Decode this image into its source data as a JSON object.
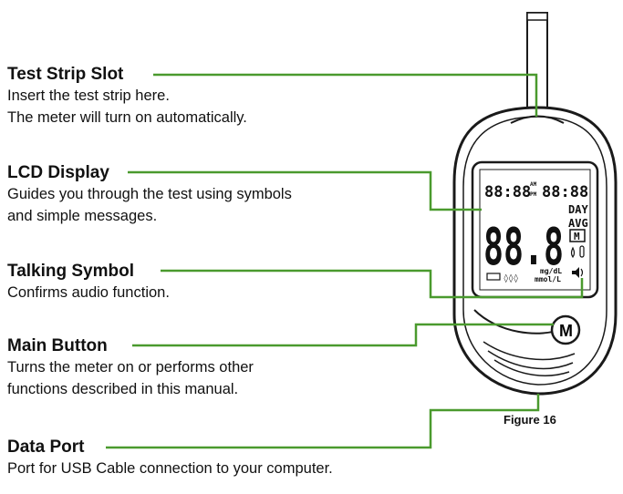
{
  "callouts": [
    {
      "title": "Test Strip Slot",
      "lines": [
        "Insert the test strip here.",
        "The meter will turn on automatically."
      ]
    },
    {
      "title": "LCD Display",
      "lines": [
        "Guides you through the test using symbols",
        "and simple messages."
      ]
    },
    {
      "title": "Talking Symbol",
      "lines": [
        "Confirms audio function."
      ]
    },
    {
      "title": "Main Button",
      "lines": [
        "Turns the meter on or performs other",
        "functions described in this manual."
      ]
    },
    {
      "title": "Data Port",
      "lines": [
        "Port for USB Cable connection to your computer."
      ]
    }
  ],
  "figure_label": "Figure 16",
  "lcd": {
    "time_left": "88:88",
    "time_right": "88:88",
    "am": "AM",
    "pm": "PM",
    "main_digits": "88.8",
    "day": "DAY",
    "avg": "AVG",
    "memory": "M",
    "units_mg": "mg/dL",
    "units_mmol": "mmol/L"
  },
  "button_label": "M",
  "colors": {
    "leader_line": "#4a9a2e",
    "device_outline": "#1a1a1a",
    "lcd_text": "#111111"
  }
}
